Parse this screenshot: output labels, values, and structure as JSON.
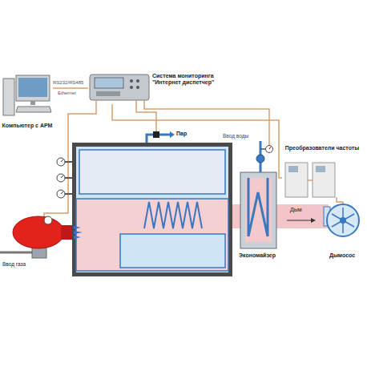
{
  "diagram": {
    "nodes": [
      {
        "text": [
          "Компьютер с АРМ"
        ]
      },
      {
        "text": [
          "Система мониторинга \"Интернет диспетчер\""
        ]
      },
      {
        "text": [
          "Экономайзер"
        ]
      },
      {
        "text": [
          "Преобразователи частоты"
        ]
      },
      {
        "text": [
          "Дымосос"
        ]
      }
    ],
    "edges": [
      {
        "from": 0,
        "to": 1,
        "arrow": "none"
      },
      {
        "from": 1,
        "to": 3,
        "arrow": "none"
      }
    ],
    "labels": [
      "RS232/RS485",
      "Ethernet",
      "Пар",
      "Ввод воды",
      "Дым",
      "Ввод газа"
    ]
  }
}
